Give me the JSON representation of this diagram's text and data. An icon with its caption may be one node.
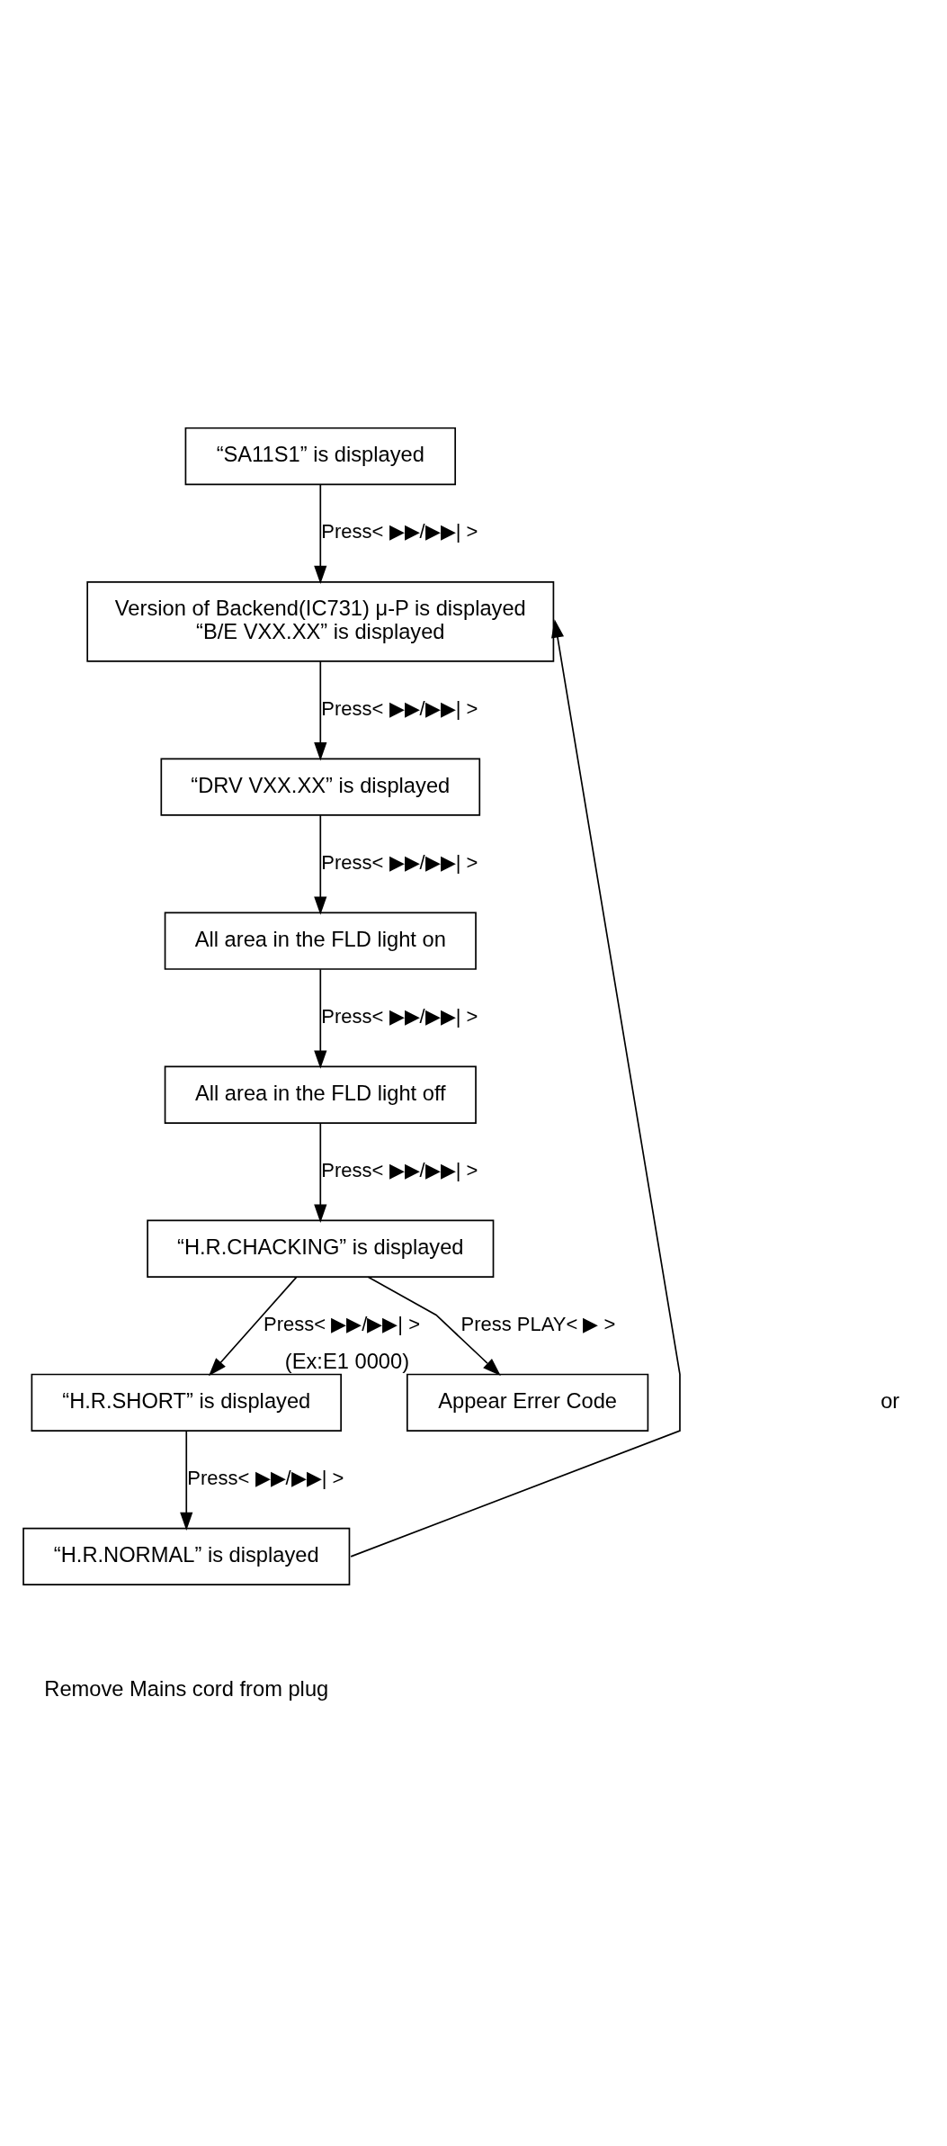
{
  "diagram": {
    "nodes": [
      {
        "text": [
          "“SA11S1” is displayed"
        ]
      },
      {
        "text": [
          "Version of Backend(IC731) μ-P is displayed",
          "“B/E VXX.XX” is displayed"
        ]
      },
      {
        "text": [
          "“DRV VXX.XX” is displayed"
        ]
      },
      {
        "text": [
          "All area in the FLD light on"
        ]
      },
      {
        "text": [
          "All area in the FLD light off"
        ]
      },
      {
        "text": [
          "“H.R.CHACKING” is displayed"
        ]
      },
      {
        "text": [
          "“H.R.SHORT” is displayed"
        ]
      },
      {
        "text": [
          "Appear Errer Code"
        ],
        "beside": [
          "(Ex:E1 0000)"
        ]
      },
      {
        "text": [
          "“H.R.NORMAL” is displayed"
        ]
      }
    ],
    "edges": [
      {
        "from": 0,
        "to": 1,
        "arrow": "to",
        "label": "Press< ▶▶/▶▶| >"
      },
      {
        "from": 1,
        "to": 2,
        "arrow": "to",
        "label": "Press< ▶▶/▶▶| >"
      },
      {
        "from": 2,
        "to": 3,
        "arrow": "to",
        "label": "Press< ▶▶/▶▶| >"
      },
      {
        "from": 3,
        "to": 4,
        "arrow": "to",
        "label": "Press< ▶▶/▶▶| >"
      },
      {
        "from": 4,
        "to": 5,
        "arrow": "to",
        "label": "Press< ▶▶/▶▶| >"
      },
      {
        "from": 5,
        "to": 6,
        "arrow": "to",
        "label": "Press< ▶▶/▶▶| >"
      },
      {
        "from": 5,
        "to": 7,
        "arrow": "to",
        "label": "Press PLAY< ▶ >"
      },
      {
        "from": 6,
        "to": 8,
        "arrow": "to",
        "label": "Press< ▶▶/▶▶| >"
      },
      {
        "from": 8,
        "to": 1,
        "arrow": "to"
      }
    ],
    "labels": [
      "or",
      "Remove Mains cord from plug"
    ]
  }
}
